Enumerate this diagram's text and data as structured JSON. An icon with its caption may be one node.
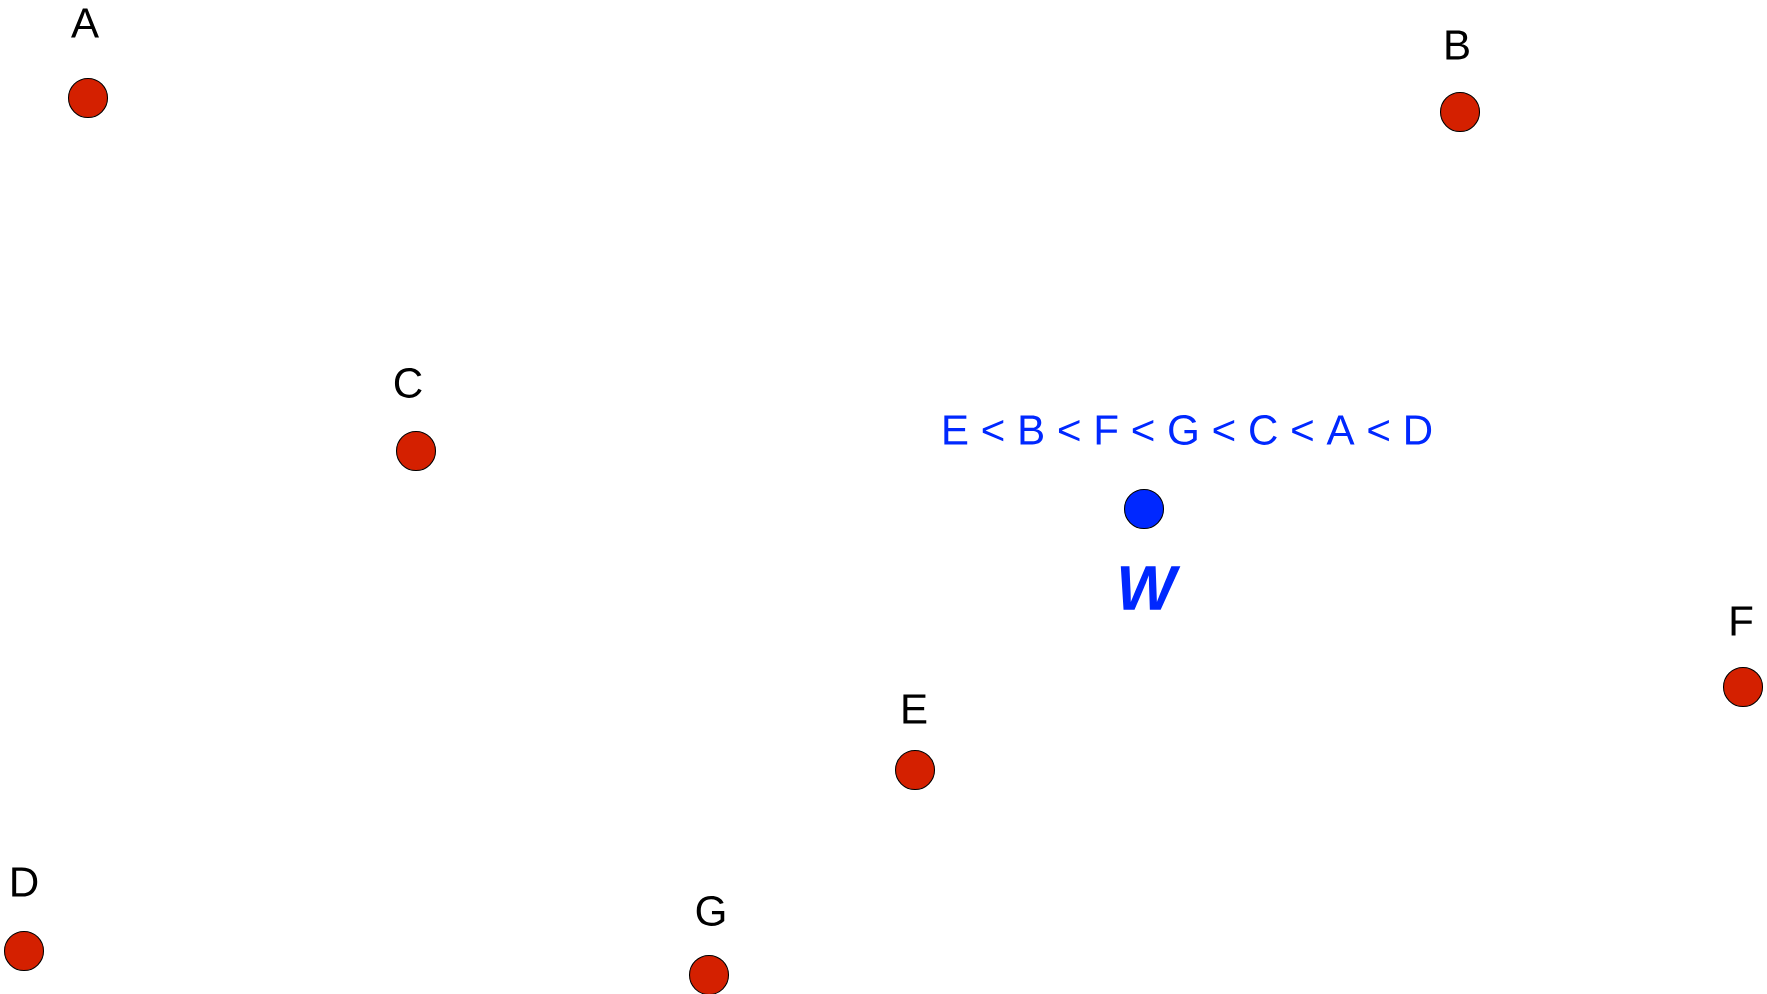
{
  "diagram": {
    "nodes": [
      {
        "text": [
          "A"
        ]
      },
      {
        "text": [
          "B"
        ]
      },
      {
        "text": [
          "C"
        ]
      },
      {
        "text": [
          "W"
        ]
      },
      {
        "text": [
          "F"
        ]
      },
      {
        "text": [
          "E"
        ]
      },
      {
        "text": [
          "D"
        ]
      },
      {
        "text": [
          "G"
        ]
      }
    ],
    "labels": [
      "E < B < F < G < C < A < D"
    ]
  }
}
